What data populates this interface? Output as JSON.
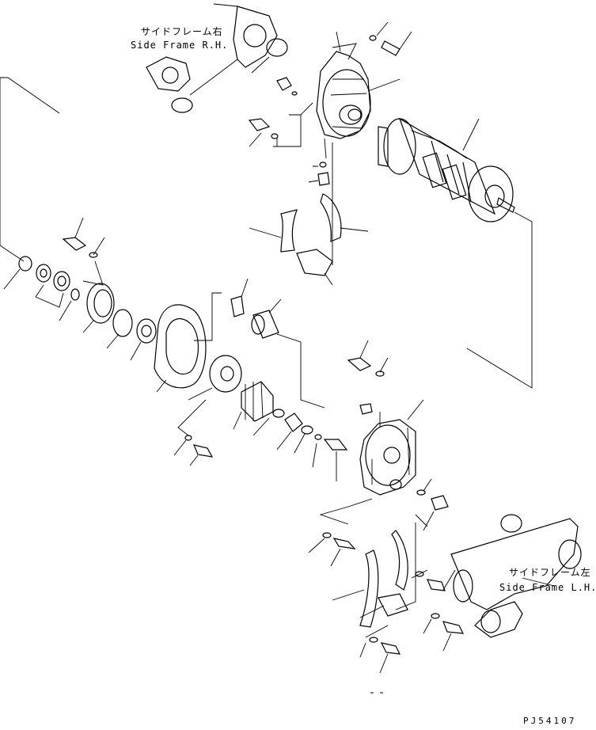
{
  "labels": {
    "side_frame_rh_ja": "サイドフレーム右",
    "side_frame_rh_en": "Side Frame R.H.",
    "side_frame_lh_ja": "サイドフレーム左",
    "side_frame_lh_en": "Side Frame L.H.",
    "drawing_code": "PJ54107"
  },
  "colors": {
    "ink": "#000000",
    "paper": "#ffffff"
  }
}
